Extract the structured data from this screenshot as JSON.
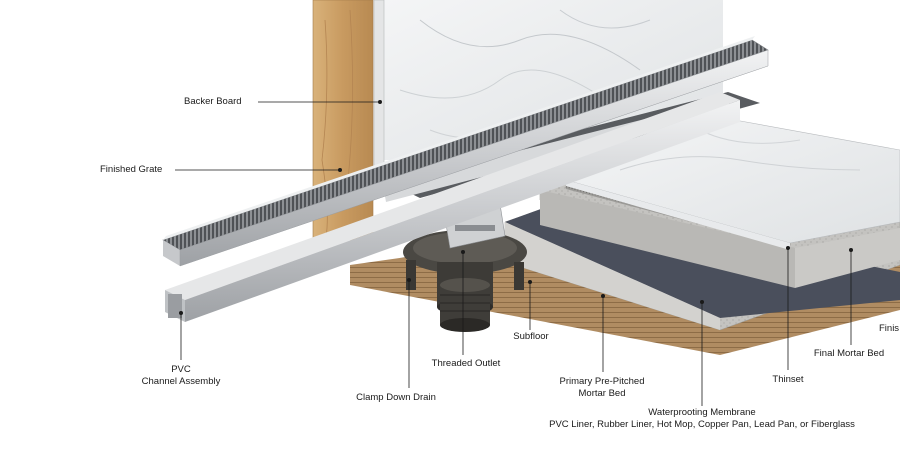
{
  "colors": {
    "wood": "#c9a06a",
    "marble": "#eef0f1",
    "stainless": "#d6d8da",
    "grate_slots": "#6b6e72",
    "pvc_channel": "#cfd1d3",
    "mortar": "#bdbdbb",
    "membrane": "#4a4f5c",
    "subfloor": "#a8845a",
    "drain_body": "#3d3b37",
    "leader_line": "#1a1a1a"
  },
  "labels": {
    "backer_board": "Backer Board",
    "finished_grate": "Finished Grate",
    "pvc_channel_line1": "PVC",
    "pvc_channel_line2": "Channel Assembly",
    "clamp_down_drain": "Clamp Down Drain",
    "threaded_outlet": "Threaded Outlet",
    "subfloor": "Subfloor",
    "primary_mortar_line1": "Primary Pre-Pitched",
    "primary_mortar_line2": "Mortar Bed",
    "waterproofing_line1": "Waterprooting Membrane",
    "waterproofing_line2": "PVC Liner, Rubber Liner, Hot Mop, Copper Pan, Lead Pan, or Fiberglass",
    "thinset": "Thinset",
    "final_mortar_bed": "Final Mortar Bed",
    "finish_tile": "Finis"
  }
}
